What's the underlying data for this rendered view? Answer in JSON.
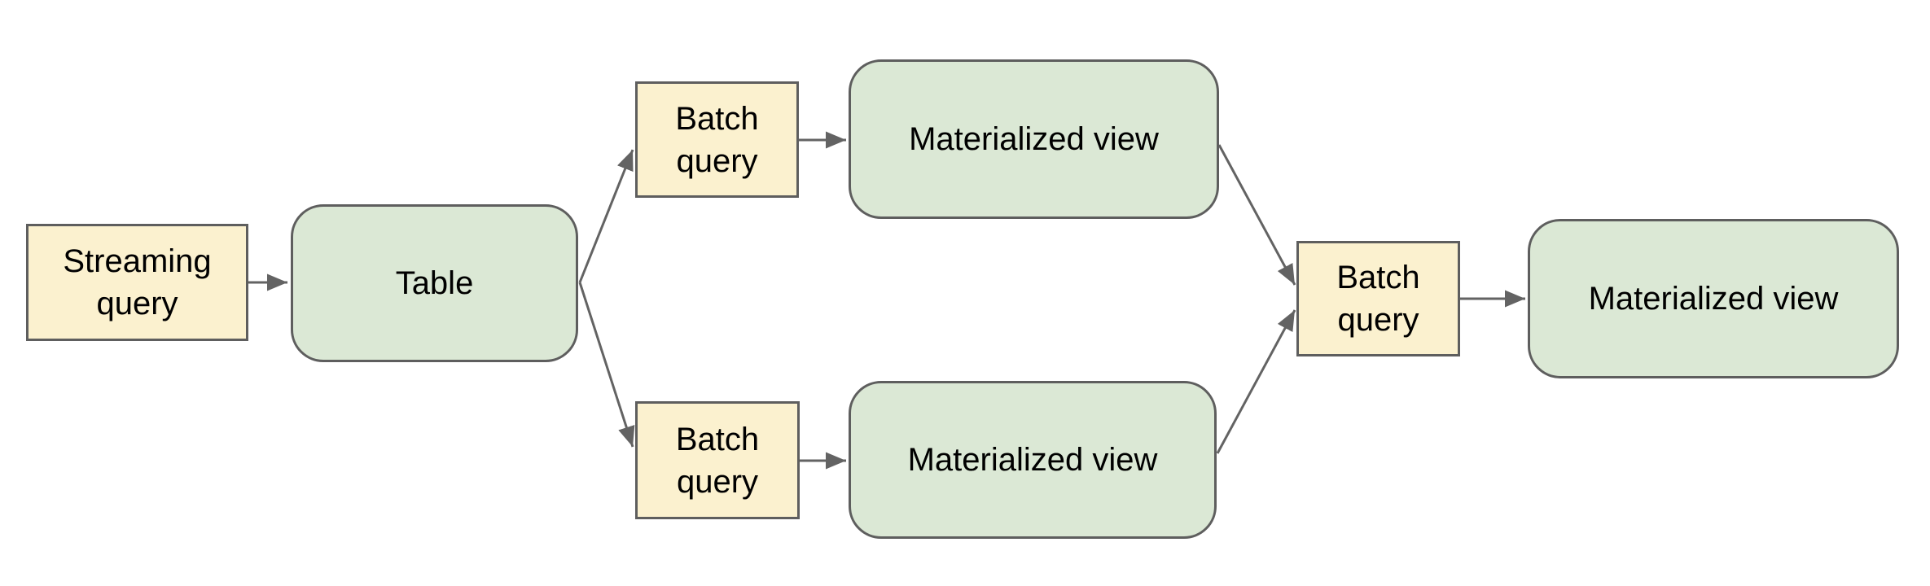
{
  "diagram": {
    "type": "flow-diagram",
    "background": "#FFFFFF",
    "colors": {
      "yellow_fill": "#FBF1CF",
      "green_fill": "#DBE8D5",
      "border": "#5E5E5E",
      "arrow": "#636363",
      "text": "#000000",
      "background": "#FFFFFF"
    },
    "nodes": [
      {
        "id": "streaming-query",
        "label": "Streaming query",
        "shape": "rectangle",
        "fill": "yellow"
      },
      {
        "id": "table",
        "label": "Table",
        "shape": "rounded-rectangle",
        "fill": "green"
      },
      {
        "id": "batch-query-top",
        "label": "Batch query",
        "shape": "rectangle",
        "fill": "yellow"
      },
      {
        "id": "materialized-view-top",
        "label": "Materialized view",
        "shape": "rounded-rectangle",
        "fill": "green"
      },
      {
        "id": "batch-query-bottom",
        "label": "Batch query",
        "shape": "rectangle",
        "fill": "yellow"
      },
      {
        "id": "materialized-view-bottom",
        "label": "Materialized view",
        "shape": "rounded-rectangle",
        "fill": "green"
      },
      {
        "id": "batch-query-merge",
        "label": "Batch query",
        "shape": "rectangle",
        "fill": "yellow"
      },
      {
        "id": "materialized-view-final",
        "label": "Materialized view",
        "shape": "rounded-rectangle",
        "fill": "green"
      }
    ],
    "edges": [
      {
        "from": "streaming-query",
        "to": "table"
      },
      {
        "from": "table",
        "to": "batch-query-top"
      },
      {
        "from": "table",
        "to": "batch-query-bottom"
      },
      {
        "from": "batch-query-top",
        "to": "materialized-view-top"
      },
      {
        "from": "batch-query-bottom",
        "to": "materialized-view-bottom"
      },
      {
        "from": "materialized-view-top",
        "to": "batch-query-merge"
      },
      {
        "from": "materialized-view-bottom",
        "to": "batch-query-merge"
      },
      {
        "from": "batch-query-merge",
        "to": "materialized-view-final"
      }
    ]
  }
}
